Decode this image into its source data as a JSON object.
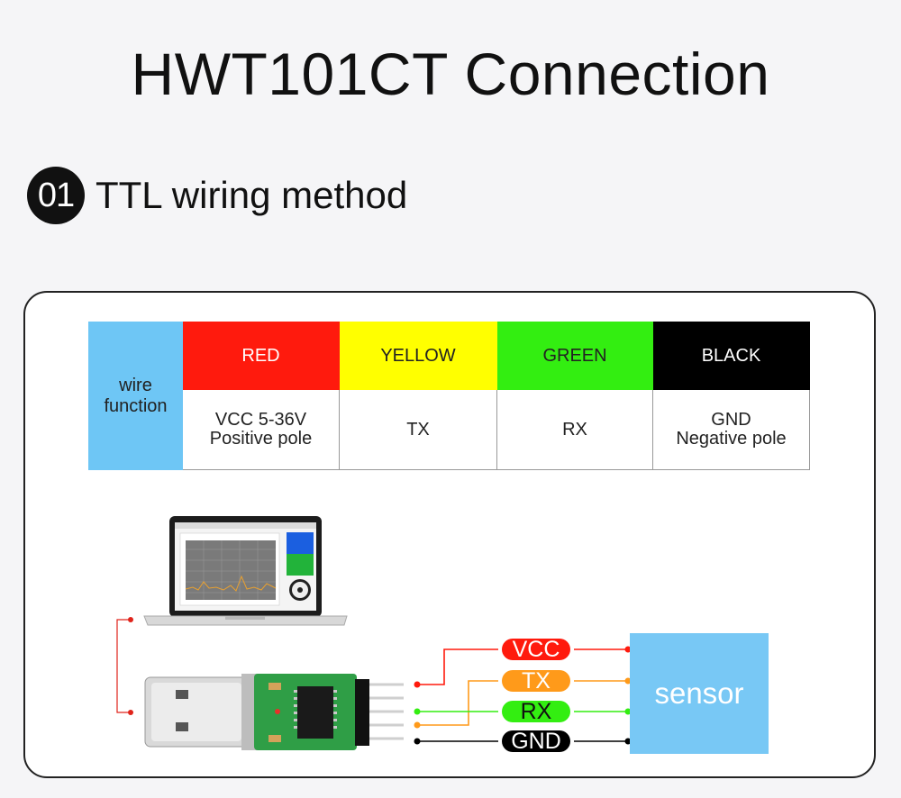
{
  "title": "HWT101CT Connection",
  "step": {
    "number": "01",
    "label": "TTL wiring method"
  },
  "wire_table": {
    "row_header": "wire\nfunction",
    "columns": [
      {
        "color_name": "RED",
        "bg": "#ff1a0d",
        "fg": "#ffffff",
        "function": "VCC 5-36V\nPositive pole"
      },
      {
        "color_name": "YELLOW",
        "bg": "#ffff00",
        "fg": "#222222",
        "function": "TX"
      },
      {
        "color_name": "GREEN",
        "bg": "#33ee11",
        "fg": "#222222",
        "function": "RX"
      },
      {
        "color_name": "BLACK",
        "bg": "#000000",
        "fg": "#ffffff",
        "function": "GND\nNegative pole"
      }
    ]
  },
  "pins": [
    {
      "label": "VCC",
      "bg": "#ff1a0d",
      "fg": "#ffffff",
      "line": "#ff1a0d"
    },
    {
      "label": "TX",
      "bg": "#ff9a1a",
      "fg": "#ffffff",
      "line": "#ff9a1a"
    },
    {
      "label": "RX",
      "bg": "#33ee11",
      "fg": "#111111",
      "line": "#33ee11"
    },
    {
      "label": "GND",
      "bg": "#000000",
      "fg": "#ffffff",
      "line": "#000000"
    }
  ],
  "sensor_label": "sensor",
  "colors": {
    "accent_blue": "#6ec6f5",
    "sensor_blue": "#78c8f5",
    "link_red": "#e0231a"
  }
}
